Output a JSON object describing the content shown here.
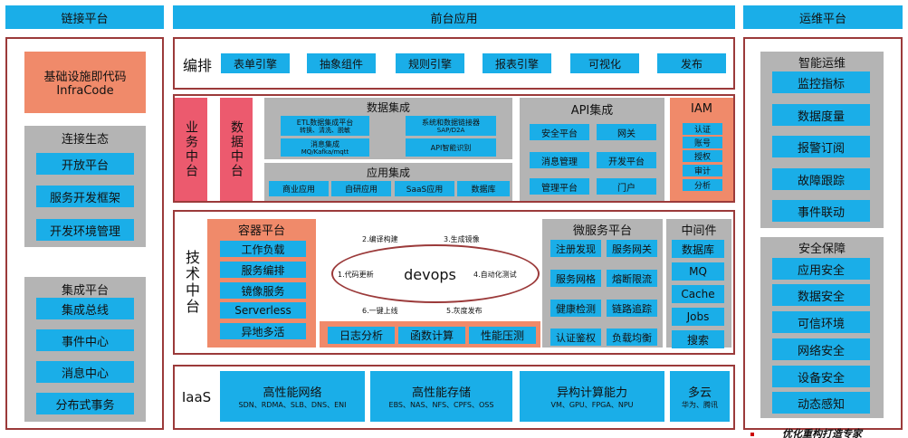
{
  "headers": {
    "left": "链接平台",
    "center": "前台应用",
    "right": "运维平台"
  },
  "left": {
    "infra": {
      "line1": "基础设施即代码",
      "line2": "InfraCode"
    },
    "eco": {
      "title": "连接生态",
      "items": [
        "开放平台",
        "服务开发框架",
        "开发环境管理"
      ]
    },
    "integ": {
      "title": "集成平台",
      "items": [
        "集成总线",
        "事件中心",
        "消息中心",
        "分布式事务"
      ]
    }
  },
  "center": {
    "orchestration": {
      "label": "编排",
      "items": [
        "表单引擎",
        "抽象组件",
        "规则引擎",
        "报表引擎",
        "可视化",
        "发布"
      ]
    },
    "business": "业务中台",
    "datazt": "数据中台",
    "data_integration": {
      "title": "数据集成",
      "etl": {
        "line1": "ETL数据集成平台",
        "line2": "转换、清洗、脱敏"
      },
      "sysdata": {
        "line1": "系统和数据链接器",
        "line2": "SAP/D2A"
      },
      "mq": {
        "line1": "消息集成",
        "line2": "MQ/Kafka/mqtt"
      },
      "api_mgmt": "API智能识别"
    },
    "app_integration": {
      "title": "应用集成",
      "items": [
        "商业应用",
        "自研应用",
        "SaaS应用",
        "数据库"
      ]
    },
    "api_integration": {
      "title": "API集成",
      "items": [
        "安全平台",
        "网关",
        "消息管理",
        "开发平台",
        "管理平台",
        "门户"
      ]
    },
    "iam": {
      "title": "IAM",
      "items": [
        "认证",
        "账号",
        "授权",
        "审计",
        "分析"
      ]
    },
    "tech": "技术中台",
    "container": {
      "title": "容器平台",
      "items": [
        "工作负载",
        "服务编排",
        "镜像服务",
        "Serverless",
        "异地多活"
      ]
    },
    "devops": {
      "center": "devops",
      "steps": [
        "1.代码更新",
        "2.编译构建",
        "3.生成镜像",
        "4.自动化测试",
        "5.灰度发布",
        "6.一键上线"
      ],
      "tools": [
        "日志分析",
        "函数计算",
        "性能压测"
      ]
    },
    "micro": {
      "title": "微服务平台",
      "items": [
        "注册发现",
        "服务网关",
        "服务网格",
        "熔断限流",
        "健康检测",
        "链路追踪",
        "认证鉴权",
        "负载均衡"
      ]
    },
    "middleware": {
      "title": "中间件",
      "items": [
        "数据库",
        "MQ",
        "Cache",
        "Jobs",
        "搜索"
      ]
    },
    "iaas": {
      "label": "IaaS",
      "items": [
        {
          "title": "高性能网络",
          "sub": "SDN、RDMA、SLB、DNS、ENI"
        },
        {
          "title": "高性能存储",
          "sub": "EBS、NAS、NFS、CPFS、OSS"
        },
        {
          "title": "异构计算能力",
          "sub": "VM、GPU、FPGA、NPU"
        },
        {
          "title": "多云",
          "sub": "华为、腾讯"
        }
      ]
    }
  },
  "right": {
    "ops": {
      "title": "智能运维",
      "items": [
        "监控指标",
        "数据度量",
        "报警订阅",
        "故障跟踪",
        "事件联动"
      ]
    },
    "security": {
      "title": "安全保障",
      "items": [
        "应用安全",
        "数据安全",
        "可信环境",
        "网络安全",
        "设备安全",
        "动态感知"
      ]
    }
  },
  "footer": "优化重构打造专家"
}
